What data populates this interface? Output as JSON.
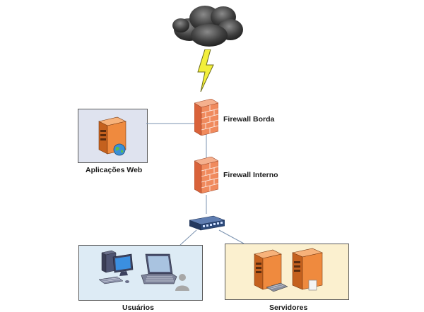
{
  "nodes": {
    "firewall_edge": {
      "label": "Firewall Borda"
    },
    "firewall_internal": {
      "label": "Firewall Interno"
    },
    "web_apps": {
      "label": "Aplicações Web"
    },
    "users": {
      "label": "Usuários"
    },
    "servers": {
      "label": "Servidores"
    }
  },
  "icons": {
    "cloud": "cloud-icon",
    "lightning": "lightning-bolt-icon",
    "firewall": "firewall-brick-icon",
    "switch": "network-switch-icon",
    "server": "server-tower-icon",
    "globe": "globe-icon",
    "desktop": "desktop-computer-icon",
    "laptop": "laptop-icon",
    "person": "person-icon"
  },
  "colors": {
    "web_zone_bg": "#dfe3ef",
    "users_zone_bg": "#ddebf5",
    "servers_zone_bg": "#fbf0cf",
    "firewall_brick": "#f08a5d",
    "server_orange": "#ef8a3e",
    "link_line": "#7b93b0",
    "switch_blue": "#2d4a7a",
    "lightning": "#f3ef3a"
  }
}
